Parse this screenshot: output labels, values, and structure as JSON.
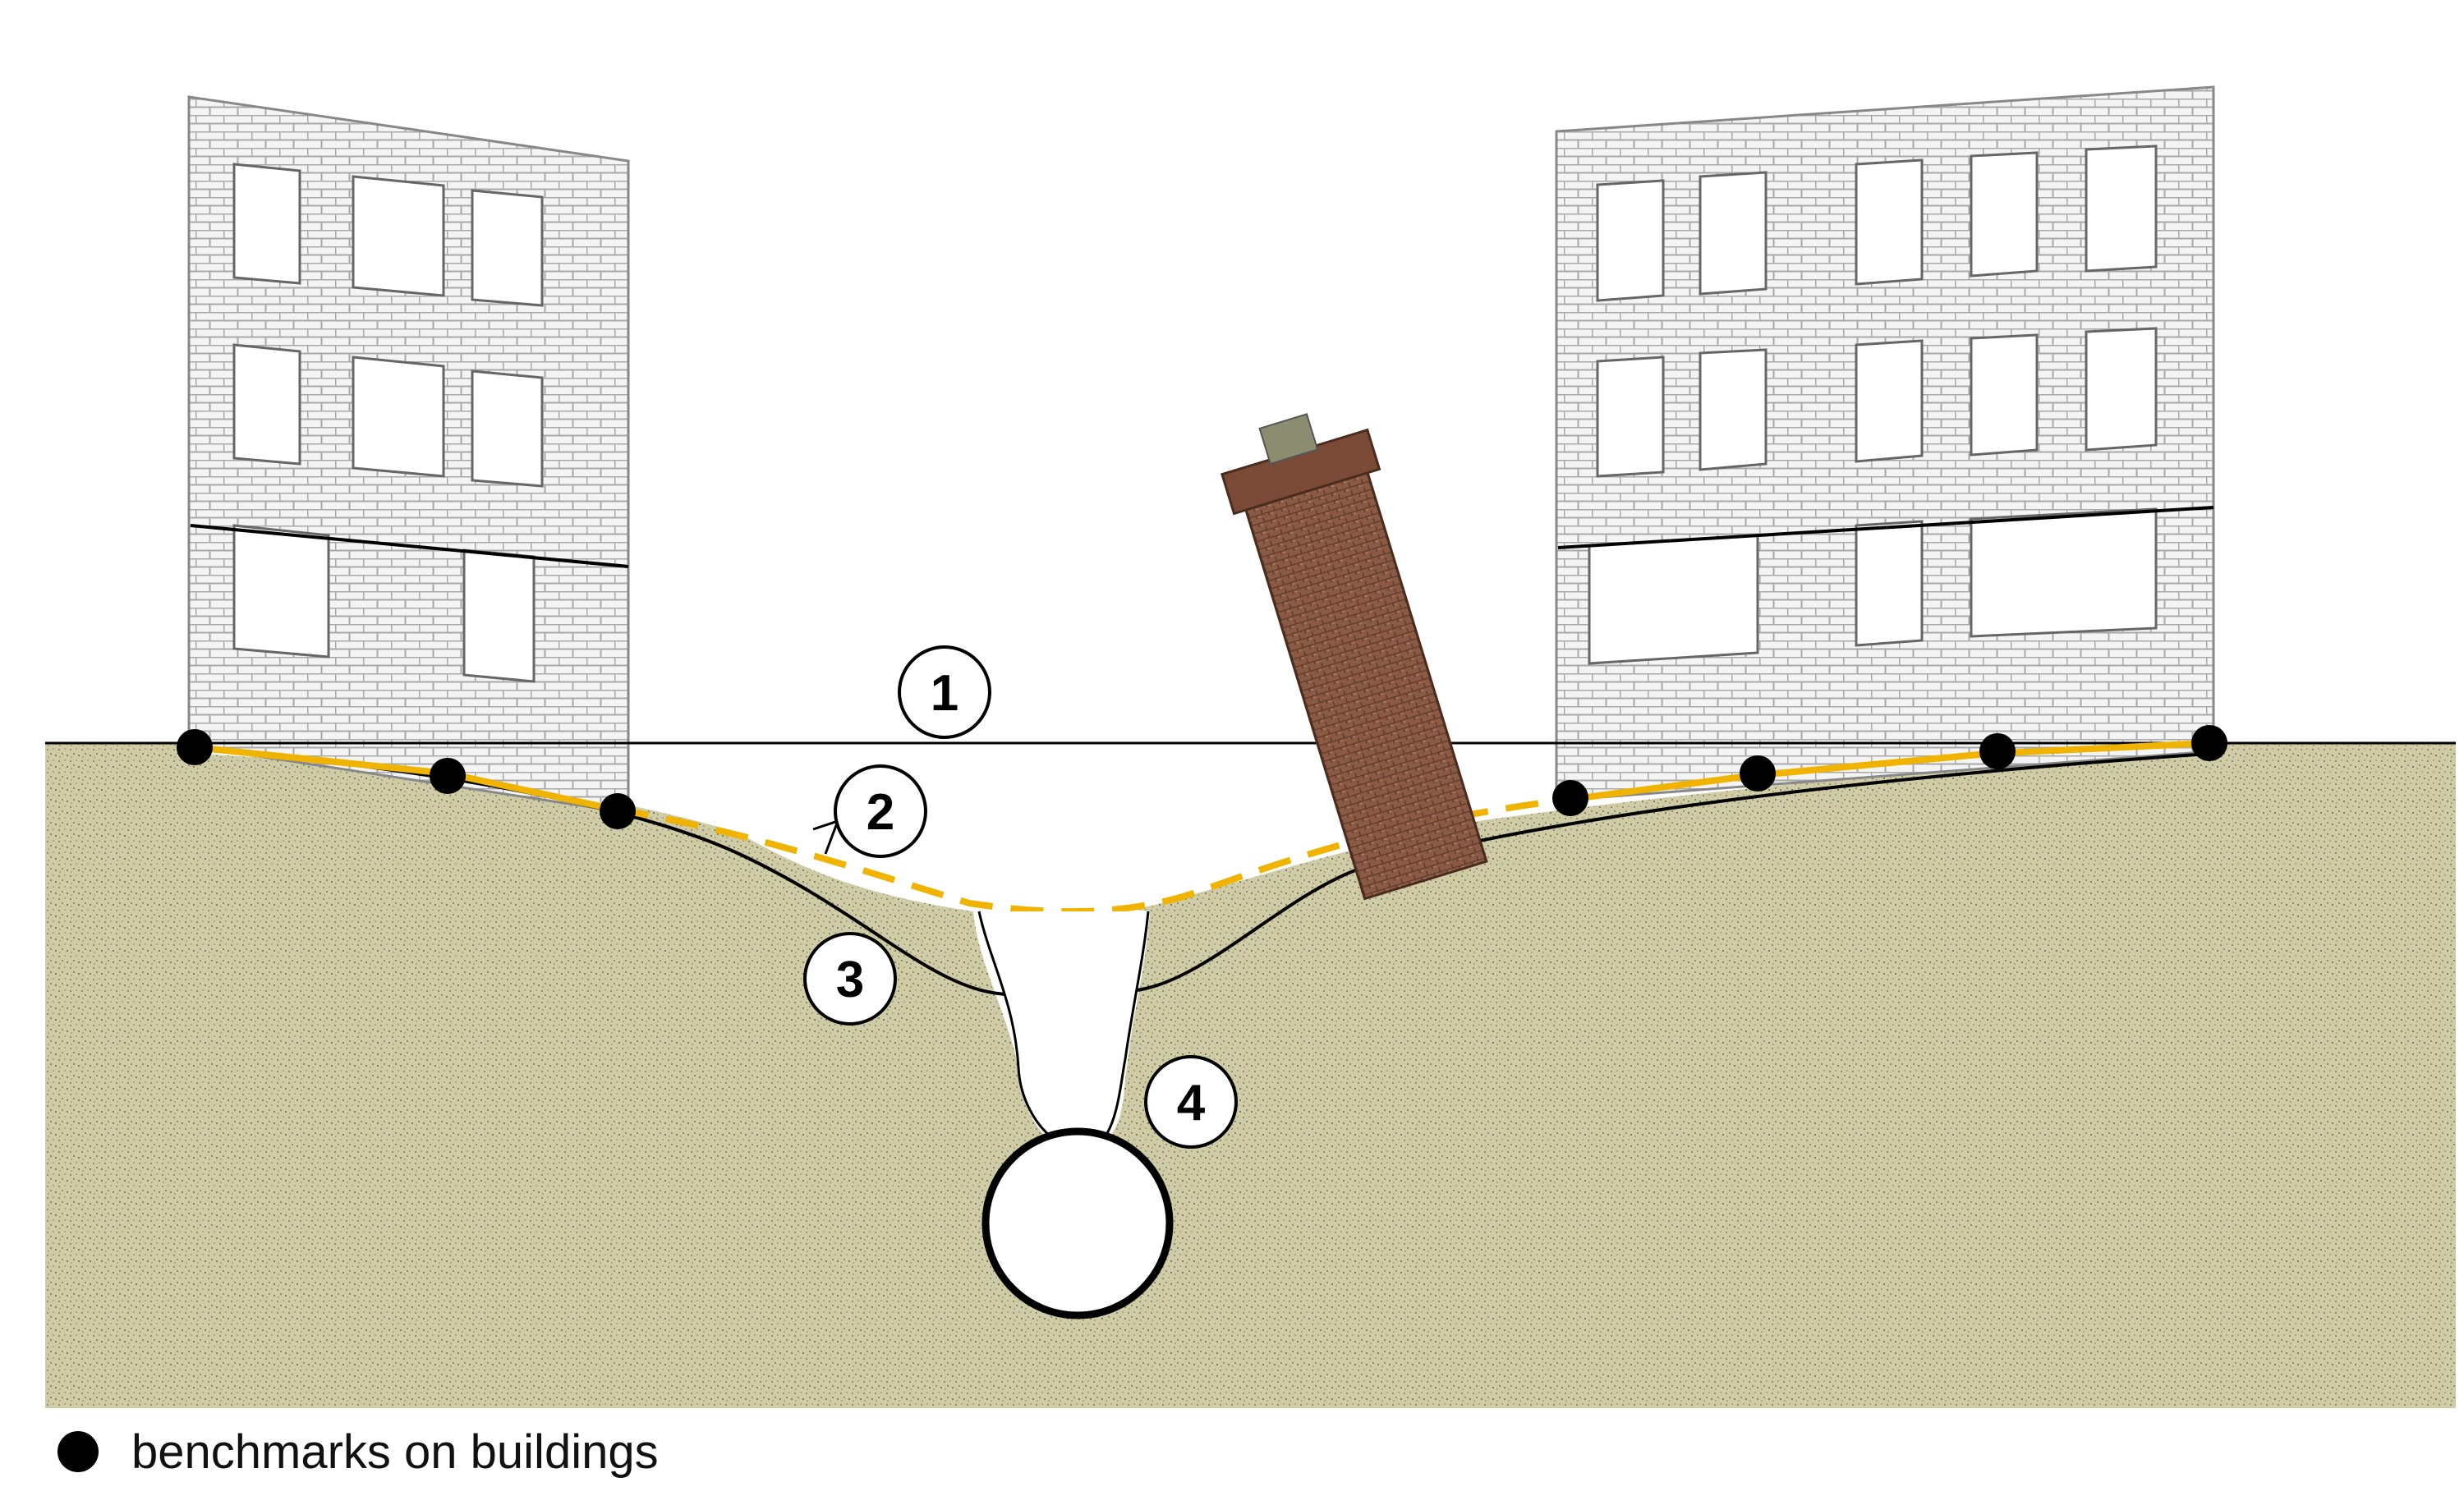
{
  "labels": {
    "one": "1",
    "two": "2",
    "three": "3",
    "four": "4"
  },
  "legend": {
    "text": "benchmarks on buildings",
    "symbol": "filled-circle-icon"
  },
  "colors": {
    "ground": "#cfcba5",
    "ground_speckle": "#8f8c75",
    "brick_line": "#a9a9a9",
    "subsidence_dashed": "#f0b400",
    "tower": "#8a5a44",
    "benchmark": "#000000"
  }
}
